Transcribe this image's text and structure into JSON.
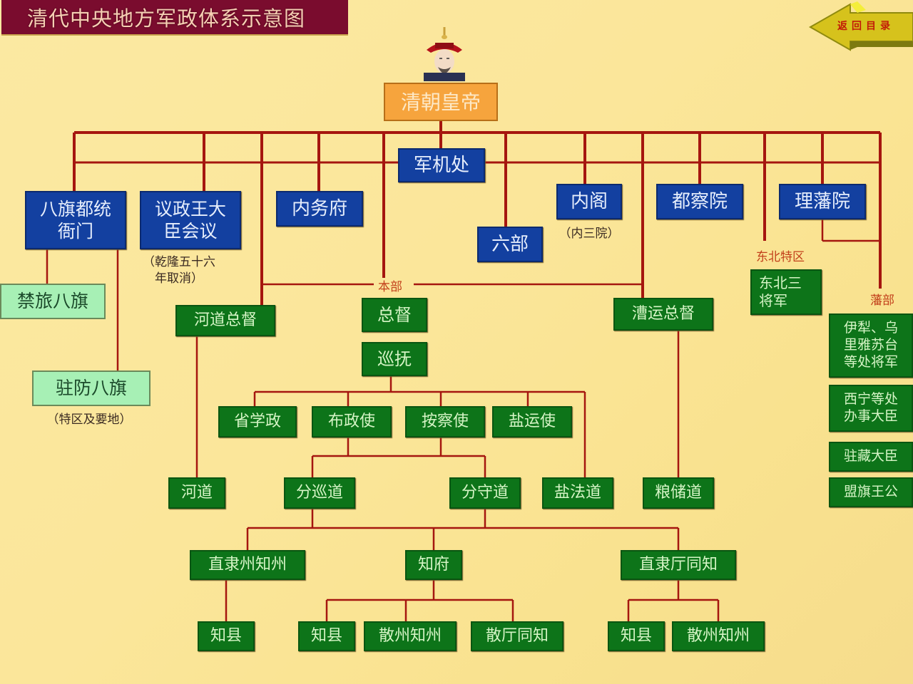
{
  "title": "清代中央地方军政体系示意图",
  "nav": {
    "back_label": "返回目录"
  },
  "colors": {
    "title_bg": "#7a0c2e",
    "line": "#a5160f",
    "blue_box": "#1340a0",
    "green_box": "#0d7419",
    "light_green_box": "#a7f0b5",
    "orange_box": "#f6a43d",
    "background": "#fbe69a"
  },
  "emperor": {
    "label": "清朝皇帝",
    "icon": "emperor-portrait-icon"
  },
  "central": {
    "junjichu": "军机处",
    "baqi_dutong": "八旗都统衙门",
    "yizheng": "议政王大臣会议",
    "yizheng_note": "（乾隆五十六年取消）",
    "neiwufu": "内务府",
    "liubu": "六部",
    "neige": "内阁",
    "neige_note": "（内三院）",
    "duchayuan": "都察院",
    "lifanyuan": "理藩院"
  },
  "banners": {
    "jinlv": "禁旅八旗",
    "zhufang": "驻防八旗",
    "zhufang_note": "（特区及要地）"
  },
  "labels": {
    "benbu": "本部",
    "dongbei_tequ": "东北特区",
    "fanbu": "藩部"
  },
  "northeast": {
    "generals": "东北三将军"
  },
  "frontier": [
    "伊犁、乌里雅苏台等处将军",
    "西宁等处办事大臣",
    "驻藏大臣",
    "盟旗王公"
  ],
  "provincial": {
    "hedao_zongdu": "河道总督",
    "zongdu": "总督",
    "xunfu": "巡抚",
    "caoyun_zongdu": "漕运总督",
    "shengxuezheng": "省学政",
    "buzhengshi": "布政使",
    "anchashi": "按察使",
    "yanyunshi": "盐运使"
  },
  "circuits": {
    "hedao": "河道",
    "fenxundao": "分巡道",
    "fenshoudao": "分守道",
    "yanfadao": "盐法道",
    "liangchudao": "粮储道"
  },
  "prefectures": {
    "zhilizhou": "直隶州知州",
    "zhifu": "知府",
    "zhiliting": "直隶厅同知"
  },
  "counties": {
    "zhixian_1": "知县",
    "zhixian_2": "知县",
    "sanzhou_1": "散州知州",
    "santing": "散厅同知",
    "zhixian_3": "知县",
    "sanzhou_2": "散州知州"
  }
}
